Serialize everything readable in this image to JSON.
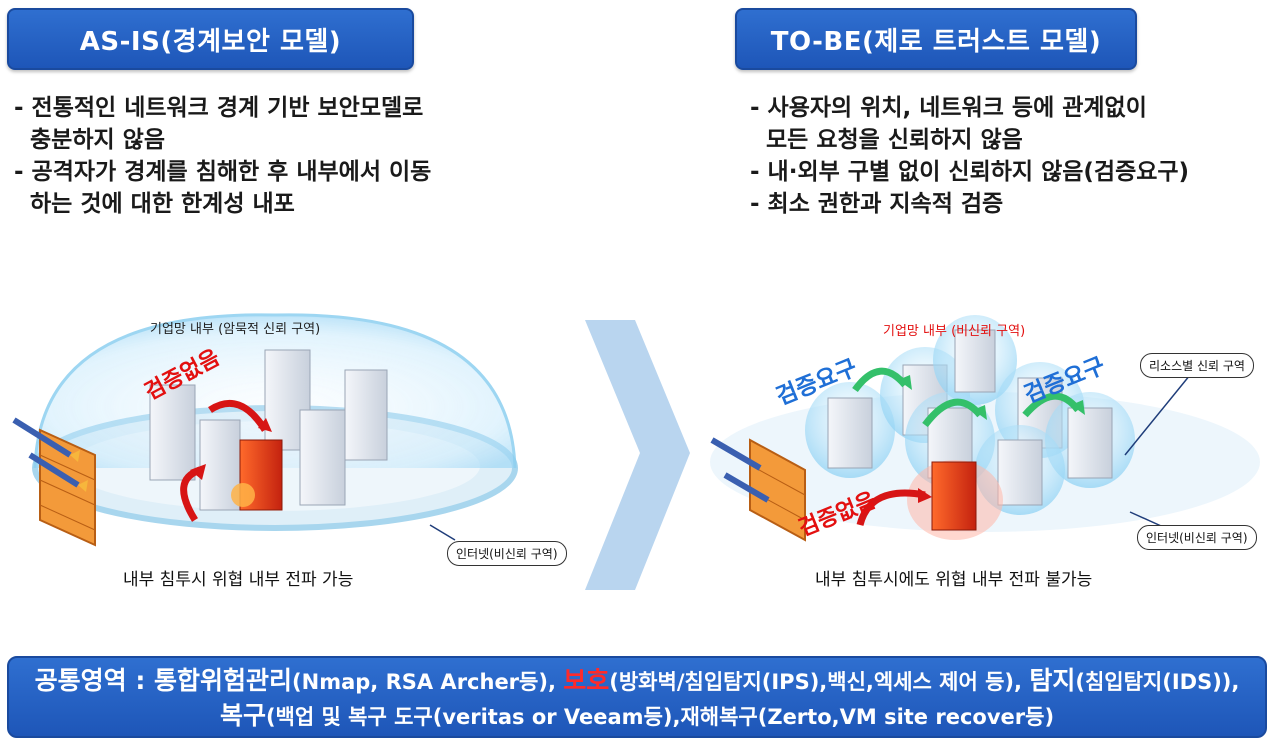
{
  "titles": {
    "left": "AS-IS(경계보안 모델)",
    "right": "TO-BE(제로 트러스트 모델)"
  },
  "left_bullets": [
    "- 전통적인 네트워크 경계 기반 보안모델로",
    "  충분하지 않음",
    "- 공격자가 경계를 침해한 후 내부에서 이동",
    "  하는 것에 대한 한계성 내포"
  ],
  "right_bullets": [
    "- 사용자의 위치, 네트워크 등에 관계없이",
    "  모든 요청을 신뢰하지 않음",
    "- 내·외부 구별 없이 신뢰하지 않음(검증요구)",
    "- 최소 권한과 지속적 검증"
  ],
  "left_diagram": {
    "dome_label": "기업망 내부 (암묵적 신뢰 구역)",
    "no_verify": "검증없음",
    "internet_label": "인터넷(비신뢰 구역)",
    "caption": "내부 침투시 위협 내부 전파 가능"
  },
  "right_diagram": {
    "dome_label": "기업망 내부 (비신뢰 구역)",
    "verify_required": "검증요구",
    "no_verify": "검증없음",
    "resource_label": "리소스별 신뢰 구역",
    "internet_label": "인터넷(비신뢰 구역)",
    "caption": "내부 침투시에도 위협 내부 전파 불가능"
  },
  "bottom": {
    "common_label": "공통영역 : ",
    "item1_big": "통합위험관리",
    "item1_small": "(Nmap, RSA Archer등), ",
    "item2_red": "보호",
    "item2_small": "(방화벽/침입탐지(IPS),백신,엑세스 제어 등), ",
    "item3_big": "탐지",
    "item3_small": "(침입탐지(IDS)), ",
    "item4_big": "복구",
    "item4_small": "(백업 및 복구 도구(veritas or Veeam등),재해복구(Zerto,VM site recover등)"
  },
  "colors": {
    "title_bg": "#2563c9",
    "alert_red": "#e31010",
    "verify_blue": "#1f6fd6",
    "arrow_green": "#34c06a",
    "chevron": "#b9d5ef"
  }
}
